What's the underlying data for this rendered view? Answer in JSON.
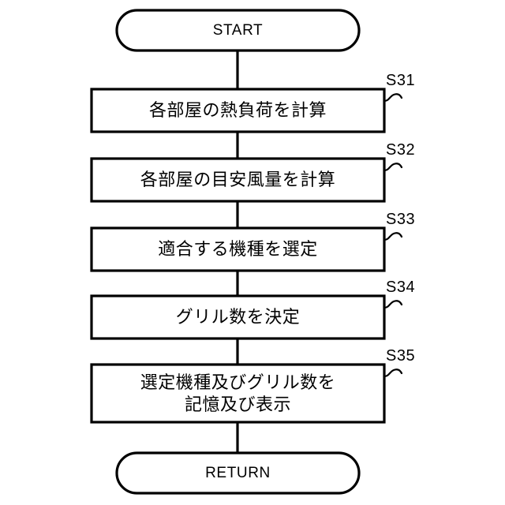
{
  "diagram": {
    "type": "flowchart",
    "orientation": "vertical",
    "background_color": "#ffffff",
    "line_color": "#000000",
    "start": {
      "label": "START"
    },
    "end": {
      "label": "RETURN"
    },
    "steps": [
      {
        "tag": "S31",
        "lines": [
          "各部屋の熱負荷を計算"
        ]
      },
      {
        "tag": "S32",
        "lines": [
          "各部屋の目安風量を計算"
        ]
      },
      {
        "tag": "S33",
        "lines": [
          "適合する機種を選定"
        ]
      },
      {
        "tag": "S34",
        "lines": [
          "グリル数を決定"
        ]
      },
      {
        "tag": "S35",
        "lines": [
          "選定機種及びグリル数を",
          "記憶及び表示"
        ]
      }
    ]
  }
}
